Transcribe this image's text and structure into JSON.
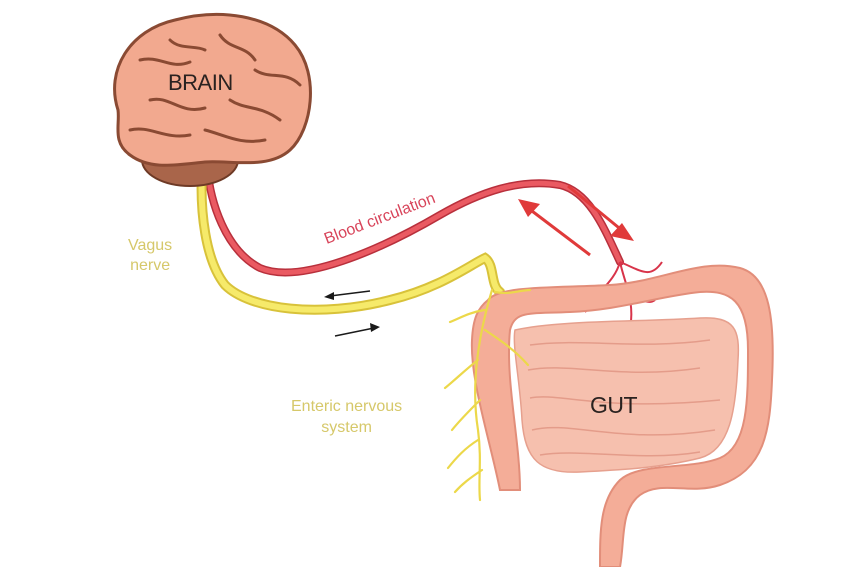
{
  "diagram": {
    "title": "Gut-brain axis",
    "labels": {
      "brain": "BRAIN",
      "gut": "GUT",
      "vagus_nerve": [
        "Vagus",
        "nerve"
      ],
      "blood_circulation": "Blood circulation",
      "enteric_nervous_system": [
        "Enteric nervous",
        "system"
      ]
    },
    "connections": [
      {
        "name": "vagus-nerve",
        "from": "brain",
        "to": "gut",
        "direction": "bidirectional"
      },
      {
        "name": "blood-circulation",
        "from": "brain",
        "to": "gut",
        "direction": "bidirectional"
      }
    ],
    "colors": {
      "brain_fill": "#f2a98f",
      "brain_stroke": "#8a4a33",
      "cerebellum": "#a9654a",
      "nerve": "#f3e45a",
      "nerve_stroke": "#d8c23a",
      "blood": "#e14b55",
      "gut_fill": "#f5b7a3",
      "gut_dark": "#eea08e",
      "label_yellow": "#d6c86a",
      "label_red": "#d8445a",
      "arrow_red": "#e03a3a",
      "arrow_black": "#1a1a1a"
    }
  }
}
